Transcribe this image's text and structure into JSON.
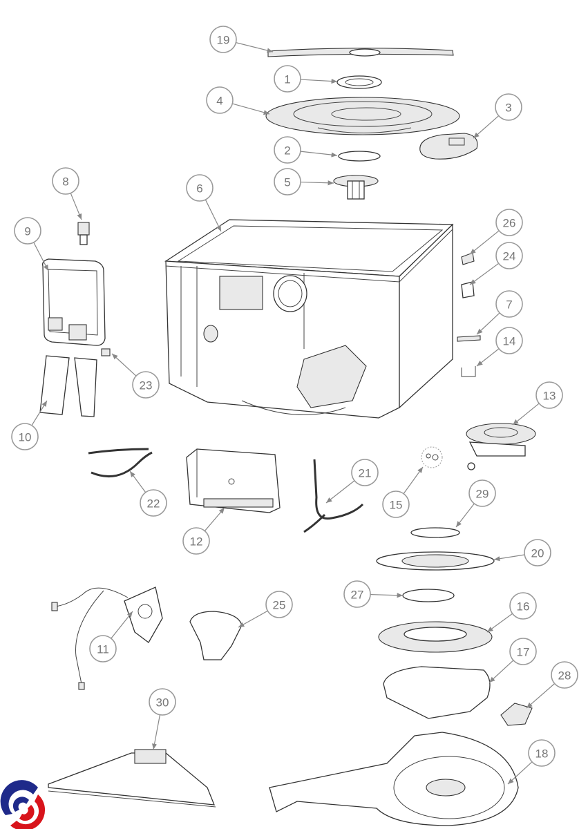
{
  "diagram": {
    "type": "exploded-parts-diagram",
    "callouts": [
      "19",
      "1",
      "4",
      "3",
      "2",
      "5",
      "8",
      "6",
      "26",
      "9",
      "24",
      "7",
      "14",
      "23",
      "13",
      "10",
      "21",
      "22",
      "15",
      "29",
      "12",
      "20",
      "27",
      "16",
      "25",
      "11",
      "17",
      "28",
      "30",
      "18"
    ]
  },
  "logo": {
    "name": "brand-logo",
    "colors": [
      "#1f2a8a",
      "#d8141b"
    ]
  }
}
